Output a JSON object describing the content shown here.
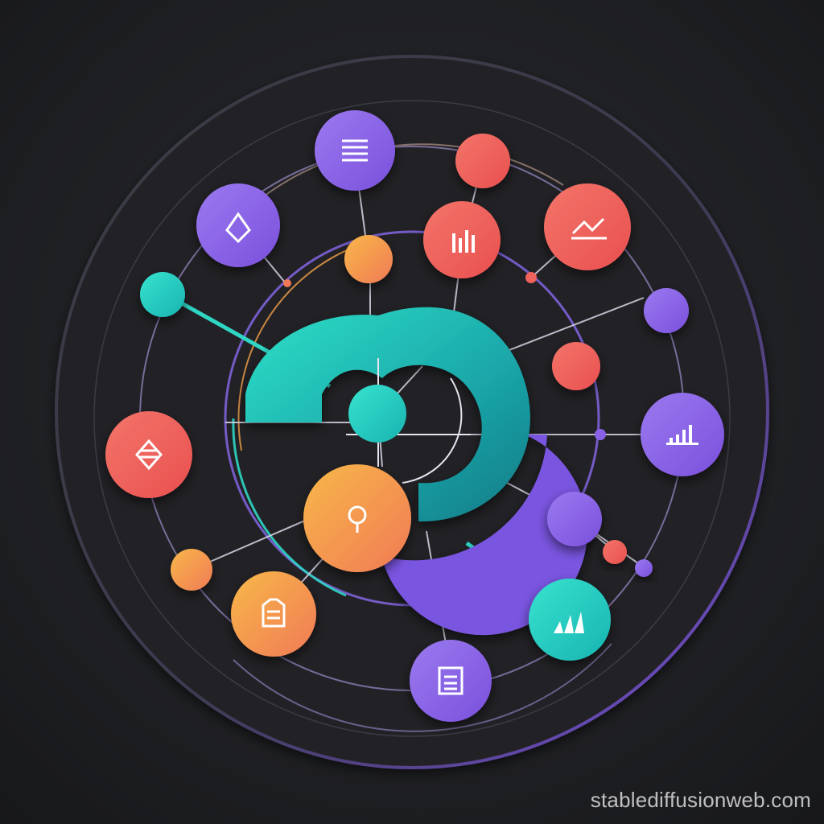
{
  "watermark": {
    "text": "stablediffusionweb.com"
  },
  "colors": {
    "background": "#1d1e21",
    "disc": "#222327",
    "teal": "#2fd6c4",
    "purple": "#8a62e8",
    "coral": "#f0625c",
    "orange": "#f6a24a",
    "ring_line": "#8f7fb8"
  },
  "nodes": [
    {
      "id": "purple-list-node",
      "color": "purple",
      "icon": "list-icon"
    },
    {
      "id": "coral-small-top-node",
      "color": "coral",
      "icon": "none"
    },
    {
      "id": "purple-diamond-node",
      "color": "purple",
      "icon": "diamond-icon"
    },
    {
      "id": "coral-bar-node",
      "color": "coral",
      "icon": "bar-chart-icon"
    },
    {
      "id": "coral-trend-node",
      "color": "coral",
      "icon": "trend-chart-icon"
    },
    {
      "id": "orange-small-top-node",
      "color": "orange",
      "icon": "none"
    },
    {
      "id": "teal-left-node",
      "color": "teal",
      "icon": "none"
    },
    {
      "id": "purple-small-right-node",
      "color": "purple",
      "icon": "none"
    },
    {
      "id": "coral-small-right-node",
      "color": "coral",
      "icon": "none"
    },
    {
      "id": "coral-diamond-list-node",
      "color": "coral",
      "icon": "diamond-list-icon"
    },
    {
      "id": "teal-center-node",
      "color": "teal",
      "icon": "none"
    },
    {
      "id": "purple-growth-node",
      "color": "purple",
      "icon": "growth-chart-icon"
    },
    {
      "id": "orange-search-node",
      "color": "orange",
      "icon": "search-icon"
    },
    {
      "id": "purple-small-lower-node",
      "color": "purple",
      "icon": "none"
    },
    {
      "id": "orange-small-lower-node",
      "color": "orange",
      "icon": "none"
    },
    {
      "id": "orange-document-node",
      "color": "orange",
      "icon": "document-icon"
    },
    {
      "id": "teal-bar-node",
      "color": "teal",
      "icon": "bar-chart-icon"
    },
    {
      "id": "purple-clipboard-node",
      "color": "purple",
      "icon": "clipboard-icon"
    }
  ]
}
